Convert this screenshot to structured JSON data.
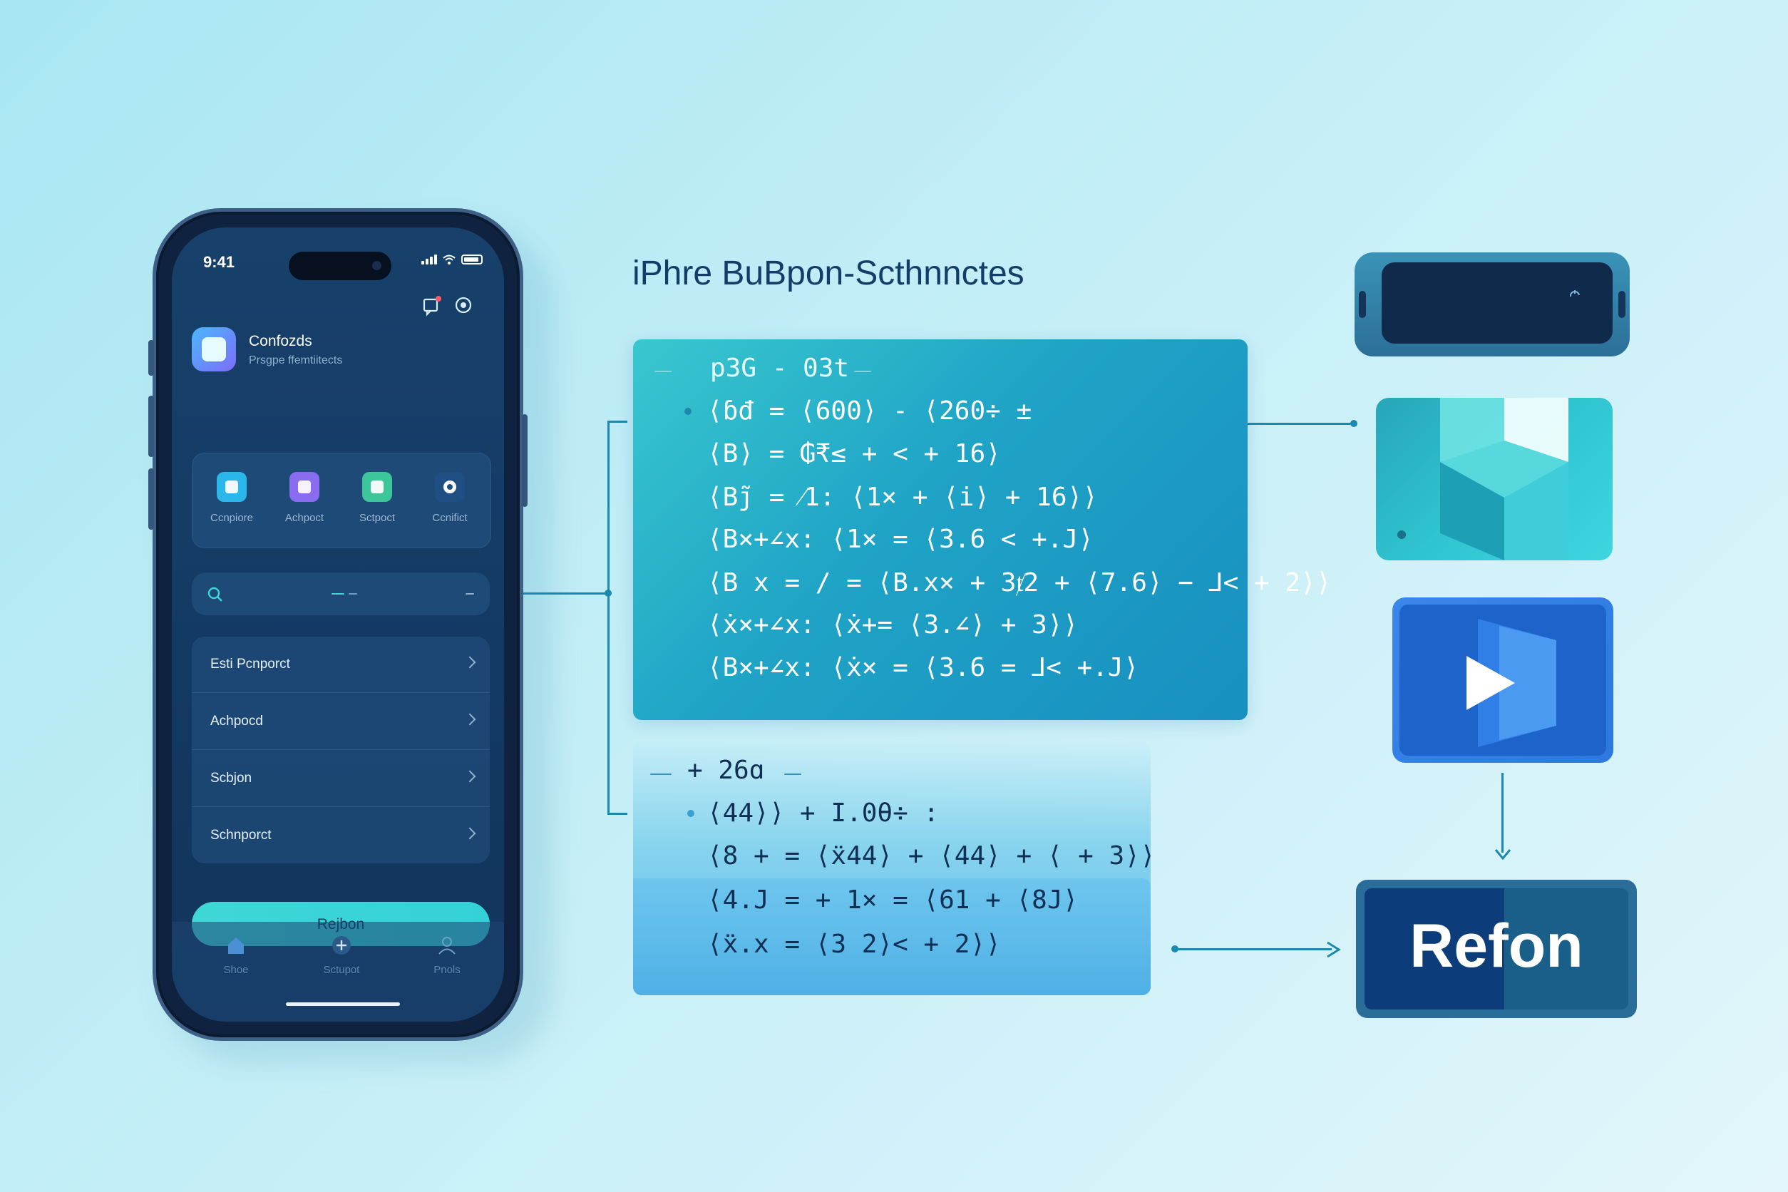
{
  "title": "iPhre BuBpon-Scthnnctes",
  "phone": {
    "status_time": "9:41",
    "app_name": "Confozds",
    "app_subtitle": "Prsgpe ffemtiitects",
    "quick_actions": [
      {
        "label": "Ccnpiore",
        "icon": "stack-icon",
        "color": "#2bb7ea"
      },
      {
        "label": "Achpoct",
        "icon": "music-note-icon",
        "color": "#8a6cf0"
      },
      {
        "label": "Sctpoct",
        "icon": "document-icon",
        "color": "#3cc69a"
      },
      {
        "label": "Ccnifict",
        "icon": "gear-icon",
        "color": "#1f4f82"
      }
    ],
    "list_items": [
      {
        "label": "Esti Pcnporct"
      },
      {
        "label": "Achpocd"
      },
      {
        "label": "Scbjon"
      },
      {
        "label": "Schnporct"
      }
    ],
    "primary_button": "Rejbon",
    "tabs": [
      {
        "label": "Shoe",
        "icon": "home-icon"
      },
      {
        "label": "Sctupot",
        "icon": "plus-icon"
      },
      {
        "label": "Pnols",
        "icon": "profile-icon"
      }
    ]
  },
  "code_panel_1": {
    "header": "p3G - 03t",
    "lines": [
      "⟨ɓđ = ⟨600⟩ - ⟨260÷ ±",
      "⟨B⟩ = ₲₹≤ + < + 16⟩",
      "⟨Bj̃ = ⁄1: ⟨1× + ⟨i⟩ + 16⟩⟩",
      "⟨B×+∠x: ⟨1× = ⟨3.6 < +.J⟩",
      "⟨B x = / = ⟨B.x× + 3ⱦ2 + ⟨7.6⟩ − ⅃< + 2⟩⟩",
      "⟨ẋ×+∠x: ⟨ẋ+= ⟨3.∠⟩ + 3⟩⟩",
      "⟨B×+∠x: ⟨ẋ× = ⟨3.6 = ⅃< +.J⟩"
    ]
  },
  "code_panel_2": {
    "header": "+ 26ɑ",
    "lines": [
      "⟨44⟩⟩ + I.0θ÷ :",
      "⟨8 + = ⟨ẍ44⟩ + ⟨44⟩ + ⟨ + 3⟩⟩",
      "⟨4.J = + 1× = ⟨61 + ⟨8J⟩",
      "⟨ẍ.x = ⟨3 2⟩< + 2⟩⟩"
    ]
  },
  "result_card": {
    "label": "Refon"
  },
  "colors": {
    "accent_teal": "#3fd7d6",
    "phone_screen": "#17406a",
    "connector": "#1d88ad",
    "title": "#123d68"
  }
}
